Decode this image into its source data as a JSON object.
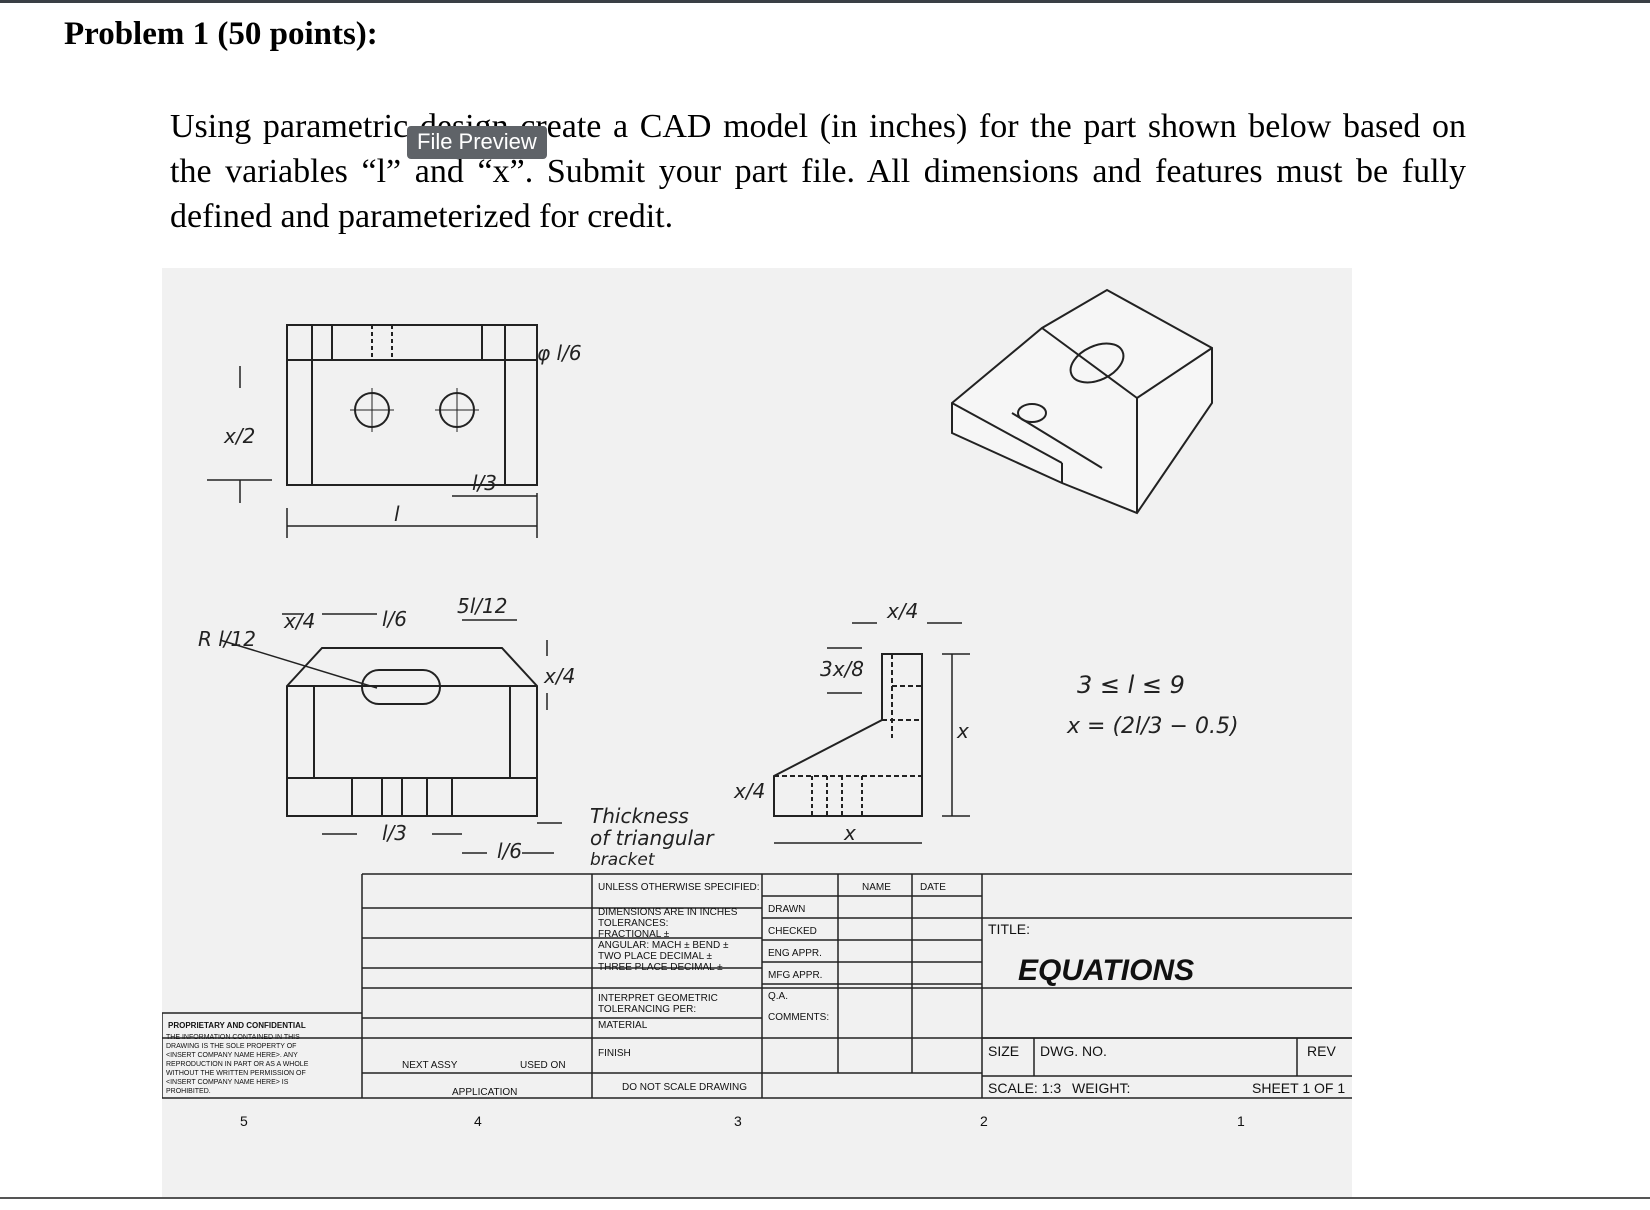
{
  "problem": {
    "heading": "Problem 1 (50 points):",
    "instructions": "Using parametric design create a CAD model (in inches) for the part shown below based on the variables “l” and “x”. Submit your part file. All dimensions and features must be fully defined and parameterized for credit."
  },
  "tooltip": {
    "label": "File Preview"
  },
  "drawing": {
    "dims": {
      "top_left": "x/2",
      "top_bottom": "l",
      "top_right": "l/3",
      "hole": "φ l/6",
      "front_r": "R l/12",
      "front_x4": "x/4",
      "front_l6": "l/6",
      "front_5l12": "5l/12",
      "front_right_x4": "x/4",
      "front_l3": "l/3",
      "front_l6b": "l/6",
      "mid_x4": "x/4",
      "side_x4": "x/4",
      "side_3x8": "3x/8",
      "side_x": "x",
      "side_bottom": "x"
    },
    "note": [
      "Thickness",
      "of triangular",
      "bracket"
    ],
    "constraints": [
      "3 ≤ l ≤ 9",
      "x = (2l/3 − 0.5)"
    ]
  },
  "title_block": {
    "unless": "UNLESS OTHERWISE SPECIFIED:",
    "dims_lines": [
      "DIMENSIONS ARE IN INCHES",
      "TOLERANCES:",
      "FRACTIONAL ±",
      "ANGULAR: MACH ±   BEND ±",
      "TWO PLACE DECIMAL   ±",
      "THREE PLACE DECIMAL  ±"
    ],
    "interpret": [
      "INTERPRET GEOMETRIC",
      "TOLERANCING PER:"
    ],
    "material": "MATERIAL",
    "finish": "FINISH",
    "do_not_scale": "DO NOT SCALE DRAWING",
    "name": "NAME",
    "date": "DATE",
    "drawn": "DRAWN",
    "checked": "CHECKED",
    "eng_appr": "ENG APPR.",
    "mfg_appr": "MFG APPR.",
    "qa": "Q.A.",
    "comments": "COMMENTS:",
    "title_label": "TITLE:",
    "title": "EQUATIONS",
    "size": "SIZE",
    "dwg_no": "DWG. NO.",
    "rev": "REV",
    "scale": "SCALE: 1:3",
    "weight": "WEIGHT:",
    "sheet": "SHEET 1 OF 1",
    "next_assy": "NEXT ASSY",
    "used_on": "USED ON",
    "application": "APPLICATION",
    "proprietary": [
      "PROPRIETARY AND CONFIDENTIAL",
      "THE INFORMATION CONTAINED IN THIS",
      "DRAWING IS THE SOLE PROPERTY OF",
      "<INSERT COMPANY NAME HERE>. ANY",
      "REPRODUCTION IN PART OR AS A WHOLE",
      "WITHOUT THE WRITTEN PERMISSION OF",
      "<INSERT COMPANY NAME HERE> IS",
      "PROHIBITED."
    ],
    "zones": [
      "5",
      "4",
      "3",
      "2",
      "1"
    ]
  }
}
